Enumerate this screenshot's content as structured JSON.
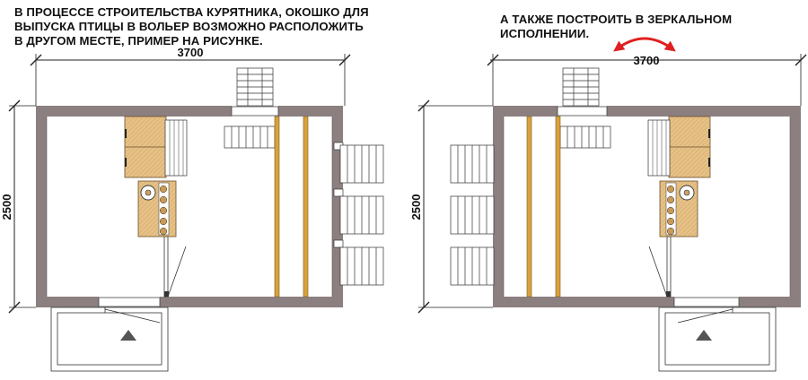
{
  "notes": {
    "left_lines": [
      "В ПРОЦЕССЕ СТРОИТЕЛЬСТВА КУРЯТНИКА, ОКОШКО ДЛЯ",
      "ВЫПУСКА ПТИЦЫ В ВОЛЬЕР ВОЗМОЖНО РАСПОЛОЖИТЬ",
      "В ДРУГОМ МЕСТЕ, ПРИМЕР НА РИСУНКЕ."
    ],
    "right": "А ТАКЖЕ ПОСТРОИТЬ В ЗЕРКАЛЬНОМ ИСПОЛНЕНИИ."
  },
  "plans": [
    {
      "id": "original",
      "width_label": "3700",
      "depth_label": "2500"
    },
    {
      "id": "mirrored",
      "width_label": "3700",
      "depth_label": "2500"
    }
  ],
  "colors": {
    "wall": "#8c7f7f",
    "wood_light": "#e6c187",
    "wood_dark": "#c99a55",
    "partition": "#d9a13d",
    "line": "#222222",
    "mirror_arrow": "#e02020"
  },
  "icons": {
    "mirror_arrow": "double-headed-curved-arrow-icon",
    "entrance": "up-triangle-icon"
  }
}
